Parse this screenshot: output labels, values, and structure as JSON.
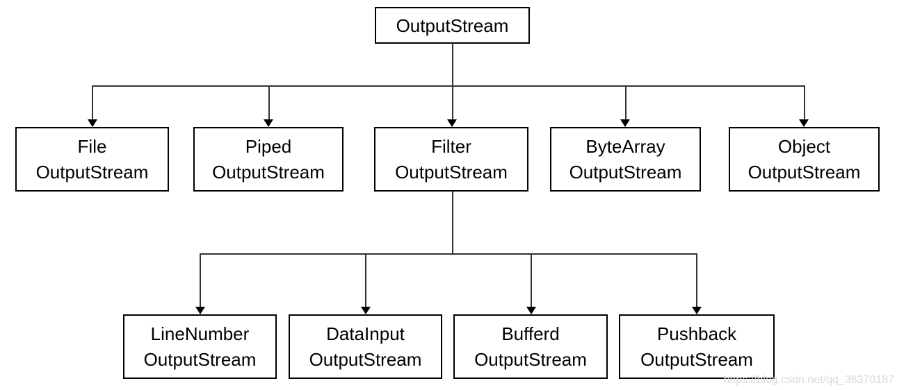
{
  "diagram": {
    "root": {
      "label": "OutputStream"
    },
    "level2": [
      {
        "line1": "File",
        "line2": "OutputStream"
      },
      {
        "line1": "Piped",
        "line2": "OutputStream"
      },
      {
        "line1": "Filter",
        "line2": "OutputStream"
      },
      {
        "line1": "ByteArray",
        "line2": "OutputStream"
      },
      {
        "line1": "Object",
        "line2": "OutputStream"
      }
    ],
    "level3": [
      {
        "line1": "LineNumber",
        "line2": "OutputStream"
      },
      {
        "line1": "DataInput",
        "line2": "OutputStream"
      },
      {
        "line1": "Bufferd",
        "line2": "OutputStream"
      },
      {
        "line1": "Pushback",
        "line2": "OutputStream"
      }
    ],
    "watermark": "https://blog.csdn.net/qq_36370187",
    "colors": {
      "background": "#ffffff",
      "box_border": "#000000",
      "text": "#000000",
      "connector": "#333333",
      "arrow": "#000000",
      "watermark_text": "#d9d9d9"
    }
  }
}
